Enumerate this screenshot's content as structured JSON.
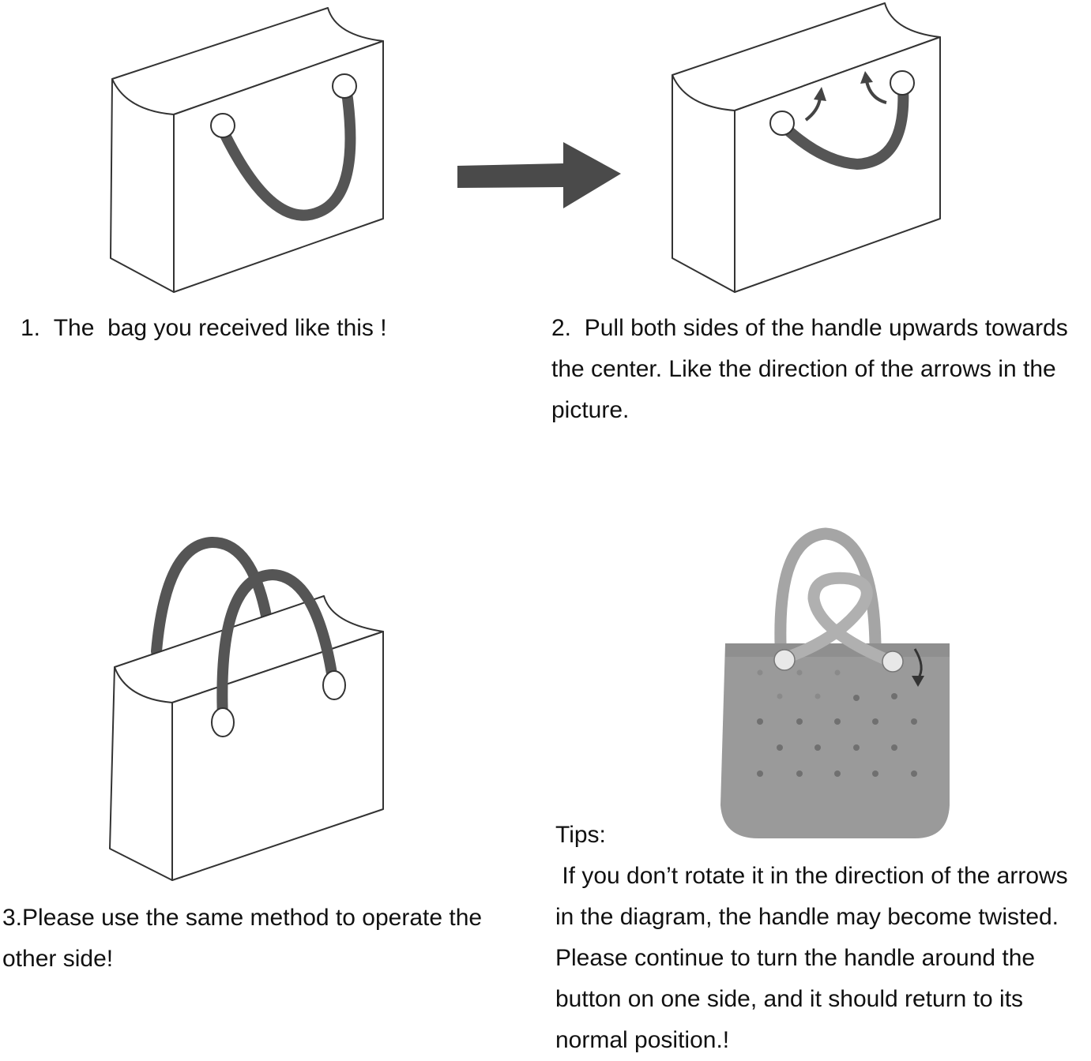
{
  "steps": [
    {
      "number": "1.",
      "text": "The  bag you received like this !"
    },
    {
      "number": "2.",
      "text": "Pull both sides of the handle upwards towards the center. Like the direction of the arrows in the picture."
    },
    {
      "number": "3.",
      "text": "Please use the same method to operate the other side!"
    }
  ],
  "tips": {
    "heading": "Tips:",
    "body": " If you don’t rotate it in the direction of the arrows in the diagram, the handle may become twisted. Please continue to turn the handle around the button on one side, and it should return to its normal position.!"
  },
  "colors": {
    "handle": "#555555",
    "outline": "#333333",
    "bag_photo": "#9a9a9a",
    "arrow": "#4a4a4a"
  }
}
